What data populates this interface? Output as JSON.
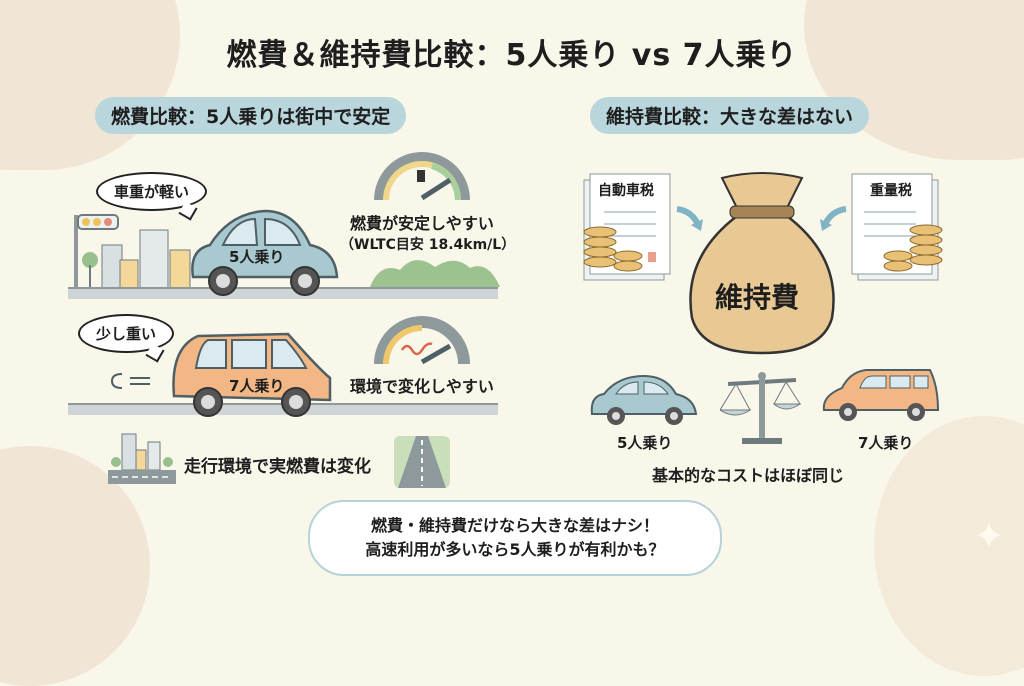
{
  "title": "燃費＆維持費比較：5人乗り vs 7人乗り",
  "left_panel": {
    "heading": "燃費比較：5人乗りは街中で安定",
    "car5": {
      "bubble": "車重が軽い",
      "car_label": "5人乗り",
      "gauge_caption": "燃費が安定しやすい",
      "gauge_subcaption": "（WLTC目安 18.4km/L）",
      "color": "#a9c9d1"
    },
    "car7": {
      "bubble": "少し重い",
      "car_label": "7人乗り",
      "gauge_caption": "環境で変化しやすい",
      "color": "#f3b785"
    },
    "footer_note": "走行環境で実燃費は変化"
  },
  "right_panel": {
    "heading": "維持費比較：大きな差はない",
    "doc_left": "自動車税",
    "doc_right": "重量税",
    "bag_label": "維持費",
    "car5_label": "5人乗り",
    "car7_label": "7人乗り",
    "caption": "基本的なコストはほぼ同じ"
  },
  "conclusion": {
    "line1": "燃費・維持費だけなら大きな差はナシ！",
    "line2": "高速利用が多いなら5人乗りが有利かも？"
  },
  "colors": {
    "background": "#f9f6ea",
    "pill": "#b9d6dc",
    "car5": "#a9c9d1",
    "car7": "#f3b785",
    "bag": "#e8c893"
  }
}
